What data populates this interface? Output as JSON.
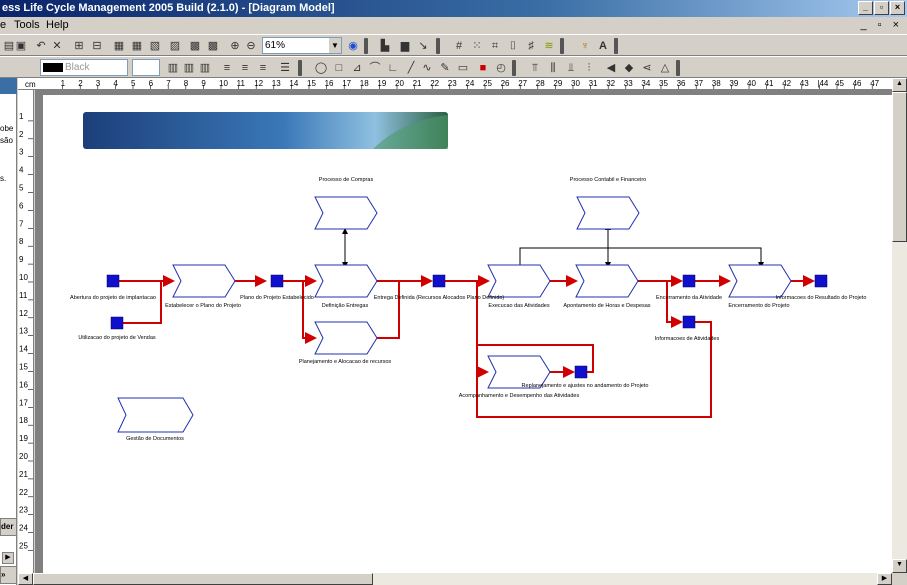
{
  "window": {
    "title": "ess Life Cycle Management 2005 Build (2.1.0) - [Diagram Model]",
    "minimize": "_",
    "restore": "▫",
    "close": "×",
    "mdi_controls": "_ ▫ ×"
  },
  "menubar": {
    "items": [
      {
        "label": "e",
        "name": "menu-file"
      },
      {
        "label": "Tools",
        "name": "menu-tools"
      },
      {
        "label": "Help",
        "name": "menu-help"
      }
    ]
  },
  "toolbar": {
    "zoom_value": "61%",
    "line_color_label": "Black"
  },
  "left_panel": {
    "snippets": [
      "obe",
      "são",
      "s."
    ],
    "tab_label": "der",
    "arrow": "»"
  },
  "ruler": {
    "unit": "cm",
    "h_ticks": [
      "1",
      "2",
      "3",
      "4",
      "5",
      "6",
      "7",
      "8",
      "9",
      "10",
      "11",
      "12",
      "13",
      "14",
      "15",
      "16",
      "17",
      "18",
      "19",
      "20",
      "21",
      "22",
      "23",
      "24",
      "25",
      "26",
      "27",
      "28",
      "29",
      "30",
      "31",
      "32",
      "33",
      "34",
      "35",
      "36",
      "37",
      "38",
      "39",
      "40",
      "41",
      "42",
      "43",
      "|44",
      "45",
      "46",
      "47"
    ],
    "v_ticks": [
      "1",
      "2",
      "3",
      "4",
      "5",
      "6",
      "7",
      "8",
      "9",
      "10",
      "11",
      "12",
      "13",
      "14",
      "15",
      "16",
      "17",
      "18",
      "19",
      "20",
      "21",
      "22",
      "23",
      "24",
      "25"
    ]
  },
  "diagram": {
    "nodes": {
      "processo_compras": "Processo de Compras",
      "processo_contabil": "Processo Contabil e Financeiro",
      "abertura": "Abertura do projeto de implantacao",
      "utilizacao": "Utilizacao do projeto de Vendas",
      "estabelecer_plano": "Estabelecer o Plano do Projeto",
      "plano_estabelecido": "Plano do Projeto Estabelecido",
      "definicao_entregas": "Definição Entregas",
      "planejamento_recursos": "Planejamento e Alocacao de recursos",
      "entrega_definida": "Entrega Definida (Recursos Alocados Plano Definido)",
      "execucao_atividades": "Execucao das Atividades",
      "apontamento_horas": "Apontamento de Horas e Despesas",
      "encerramento_atividade": "Encerramento da Atividade",
      "encerramento_projeto": "Encerramento do Projeto",
      "informacoes_resultado": "Informacoes do Resultado do Projeto",
      "informacoes_atividades": "Informacoes de Atividades",
      "acompanhamento": "Acompanhamento e Desempenho das Atividades",
      "replanejamento": "Replanejamento e ajustes no andamento do Projeto",
      "gestao_documentos": "Gestão de Documentos"
    }
  },
  "colors": {
    "flow": "#d00000",
    "event": "#1010cc",
    "function_stroke": "#2030b0",
    "banner": "#1f5f9f"
  }
}
